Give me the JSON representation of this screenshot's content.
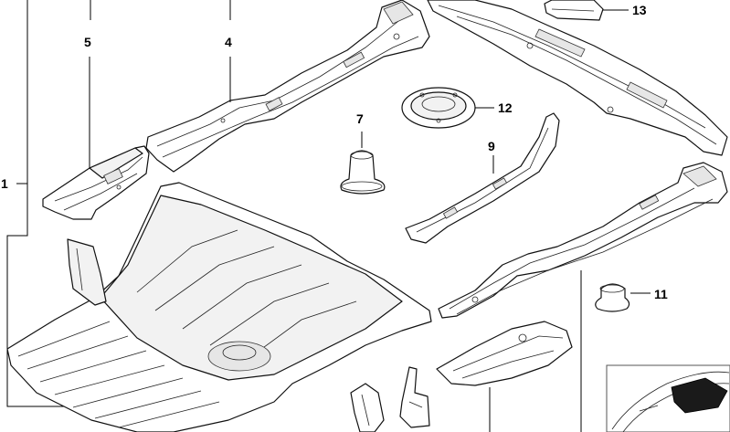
{
  "callouts": {
    "c1": "1",
    "c4": "4",
    "c5": "5",
    "c7": "7",
    "c9": "9",
    "c11": "11",
    "c12": "12",
    "c13": "13"
  },
  "colors": {
    "line": "#111111",
    "background": "#ffffff"
  }
}
